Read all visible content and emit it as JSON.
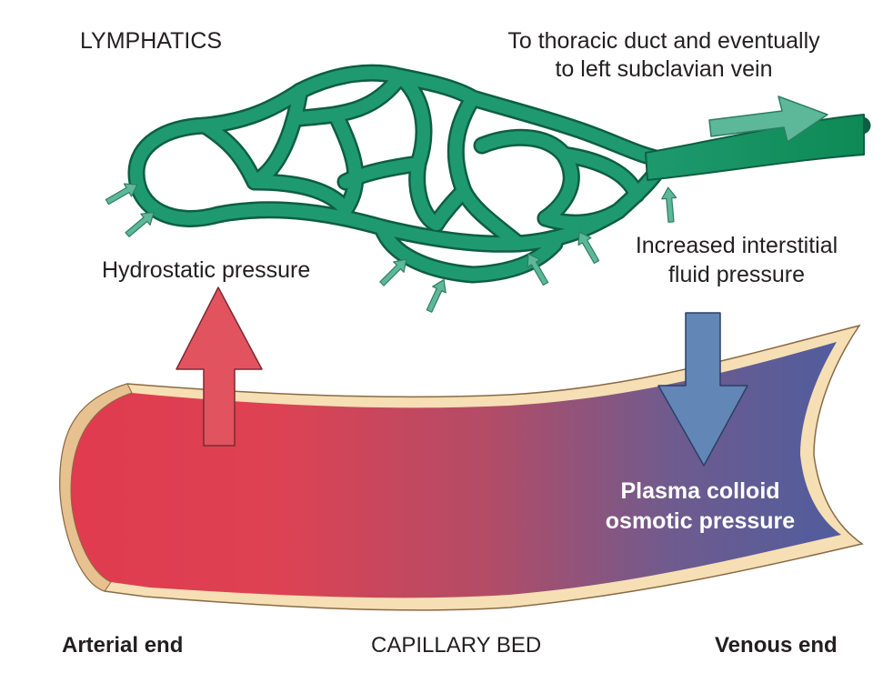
{
  "labels": {
    "lymphatics": "LYMPHATICS",
    "thoracic_line1": "To thoracic duct and eventually",
    "thoracic_line2": "to left subclavian vein",
    "hydrostatic": "Hydrostatic pressure",
    "interstitial_line1": "Increased interstitial",
    "interstitial_line2": "fluid pressure",
    "plasma_line1": "Plasma colloid",
    "plasma_line2": "osmotic pressure",
    "arterial_end": "Arterial end",
    "capillary_bed": "CAPILLARY BED",
    "venous_end": "Venous end"
  },
  "colors": {
    "lymph_vessel": "#1f9a70",
    "lymph_outline": "#0e5e42",
    "small_arrow": "#5cb898",
    "capillary_arterial": "#e03a4e",
    "capillary_mid": "#b24c67",
    "capillary_venous": "#4f5c9e",
    "capillary_wall": "#f6dfb4",
    "hydrostatic_arrow": "#e1535f",
    "osmotic_arrow": "#6286b6"
  }
}
